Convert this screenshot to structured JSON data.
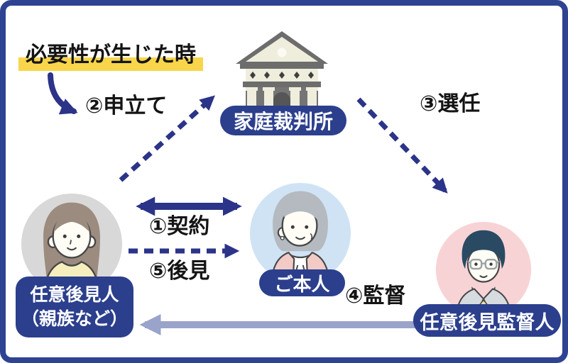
{
  "diagram": {
    "trigger": {
      "label": "必要性が生じた時",
      "highlight_color": "#f8d54b"
    },
    "steps": {
      "contract": "①契約",
      "application": "②申立て",
      "appointment": "③選任",
      "supervision": "④監督",
      "guardianship": "⑤後見"
    },
    "nodes": {
      "family_court": {
        "label": "家庭裁判所",
        "icon": "courthouse-icon"
      },
      "voluntary_guardian": {
        "label_line1": "任意後見人",
        "label_line2": "（親族など）",
        "icon": "woman-avatar-icon",
        "circle_color": "#d8d8d8"
      },
      "principal": {
        "label": "ご本人",
        "icon": "elderly-woman-avatar-icon",
        "circle_color": "#cfe3f5"
      },
      "supervisor": {
        "label": "任意後見監督人",
        "icon": "man-glasses-avatar-icon",
        "circle_color": "#f8d3d6"
      }
    },
    "colors": {
      "arrow_navy": "#2b3488",
      "pill_navy": "#2c3f8d",
      "border_navy": "#2e4391",
      "highlight_yellow": "#f8d54b",
      "supervision_arrow_gray": "#9aa3c9"
    }
  }
}
